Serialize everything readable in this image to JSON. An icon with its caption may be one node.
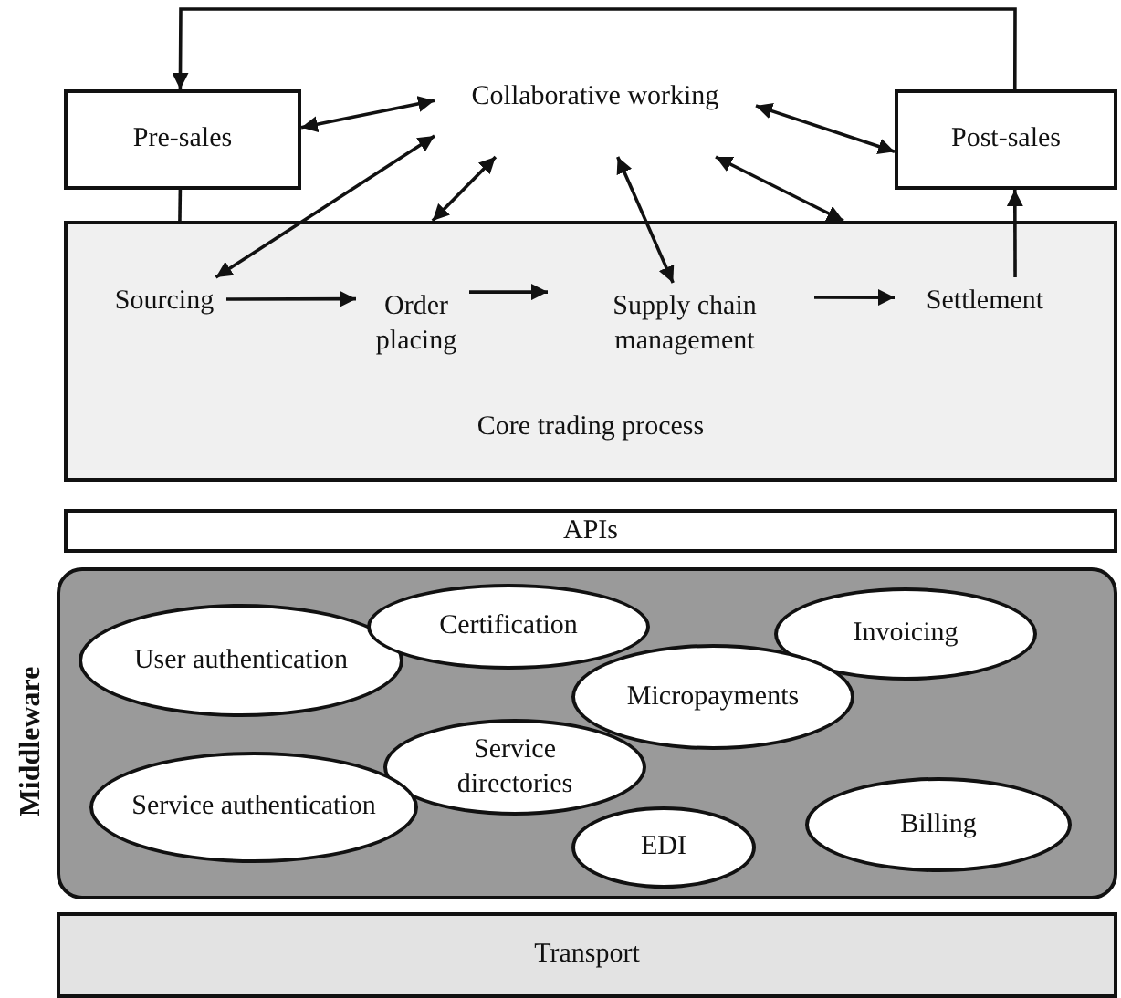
{
  "diagram": {
    "nodes": [
      {
        "text": [
          "Pre-sales"
        ]
      },
      {
        "text": [
          "Collaborative working"
        ]
      },
      {
        "text": [
          "Post-sales"
        ]
      },
      {
        "text": [
          "Core trading process"
        ]
      },
      {
        "text": [
          "Sourcing"
        ],
        "in": 3
      },
      {
        "text": [
          "Order placing"
        ],
        "in": 3
      },
      {
        "text": [
          "Supply chain management"
        ],
        "in": 3
      },
      {
        "text": [
          "Settlement"
        ],
        "in": 3
      },
      {
        "text": [
          "APIs"
        ]
      },
      {
        "text": [
          "Middleware"
        ]
      },
      {
        "text": [
          "User authentication"
        ],
        "in": 9
      },
      {
        "text": [
          "Certification"
        ],
        "in": 9
      },
      {
        "text": [
          "Invoicing"
        ],
        "in": 9
      },
      {
        "text": [
          "Micropayments"
        ],
        "in": 9
      },
      {
        "text": [
          "Service directories"
        ],
        "in": 9
      },
      {
        "text": [
          "Service authentication"
        ],
        "in": 9
      },
      {
        "text": [
          "EDI"
        ],
        "in": 9
      },
      {
        "text": [
          "Billing"
        ],
        "in": 9
      },
      {
        "text": [
          "Transport"
        ]
      }
    ],
    "edges": [
      {
        "from": 2,
        "to": 0,
        "arrow": "to"
      },
      {
        "from": 0,
        "to": 1,
        "arrow": "both"
      },
      {
        "from": 1,
        "to": 4,
        "arrow": "both"
      },
      {
        "from": 1,
        "to": 3,
        "arrow": "both"
      },
      {
        "from": 1,
        "to": 6,
        "arrow": "both"
      },
      {
        "from": 1,
        "to": 3,
        "arrow": "both"
      },
      {
        "from": 1,
        "to": 2,
        "arrow": "both"
      },
      {
        "from": 0,
        "to": 3,
        "arrow": "none"
      },
      {
        "from": 4,
        "to": 5,
        "arrow": "to"
      },
      {
        "from": 5,
        "to": 6,
        "arrow": "to"
      },
      {
        "from": 6,
        "to": 7,
        "arrow": "to"
      },
      {
        "from": 7,
        "to": 2,
        "arrow": "to"
      }
    ]
  }
}
